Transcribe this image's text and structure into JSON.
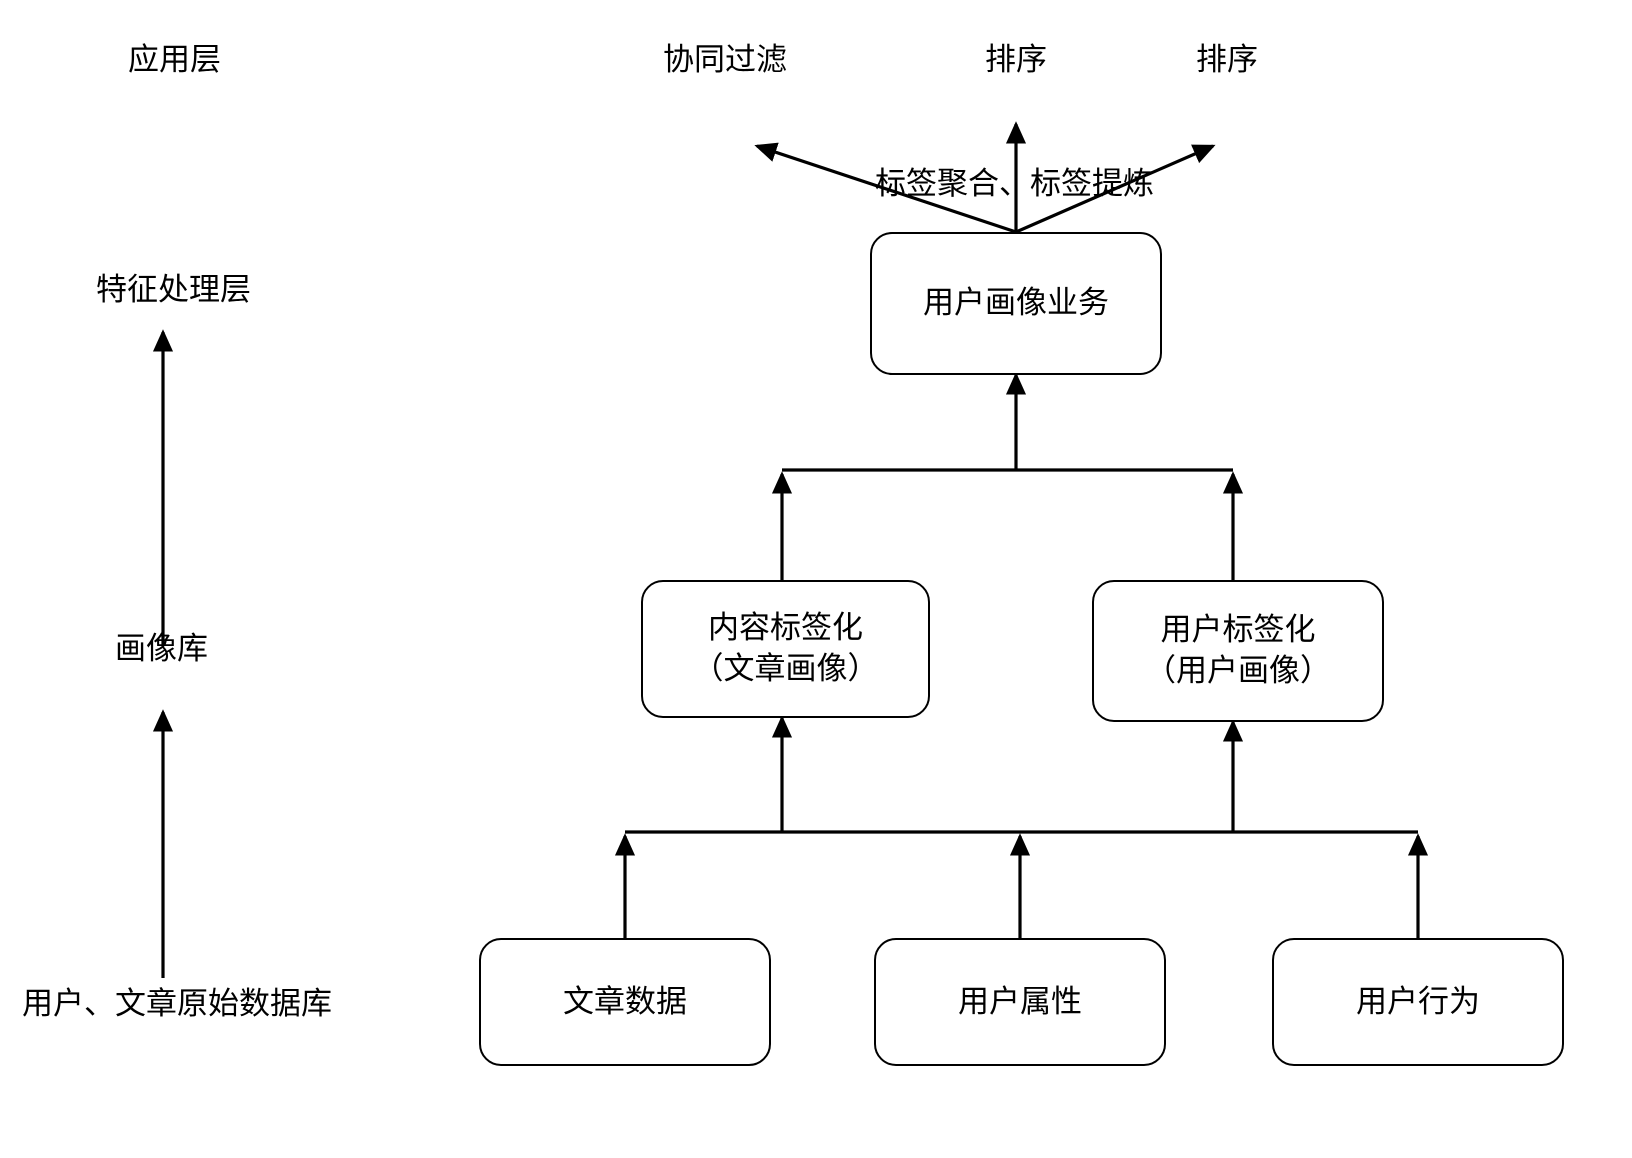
{
  "diagram": {
    "title_layers": {
      "application_layer": "应用层",
      "feature_processing_layer": "特征处理层",
      "profile_library": "画像库",
      "raw_database": "用户、文章原始数据库"
    },
    "top_outputs": [
      {
        "id": "collaborative-filtering",
        "label": "协同过滤"
      },
      {
        "id": "ranking-center",
        "label": "排序"
      },
      {
        "id": "ranking-right",
        "label": "排序"
      }
    ],
    "edge_labels": {
      "tag_aggregation": "标签聚合、标签提炼"
    },
    "nodes": {
      "user_profile_business": "用户画像业务",
      "content_tagging_line1": "内容标签化",
      "content_tagging_line2": "（文章画像）",
      "user_tagging_line1": "用户标签化",
      "user_tagging_line2": "（用户画像）",
      "article_data": "文章数据",
      "user_attributes": "用户属性",
      "user_behavior": "用户行为"
    },
    "colors": {
      "stroke": "#000000",
      "fill": "#ffffff",
      "text": "#000000"
    }
  }
}
